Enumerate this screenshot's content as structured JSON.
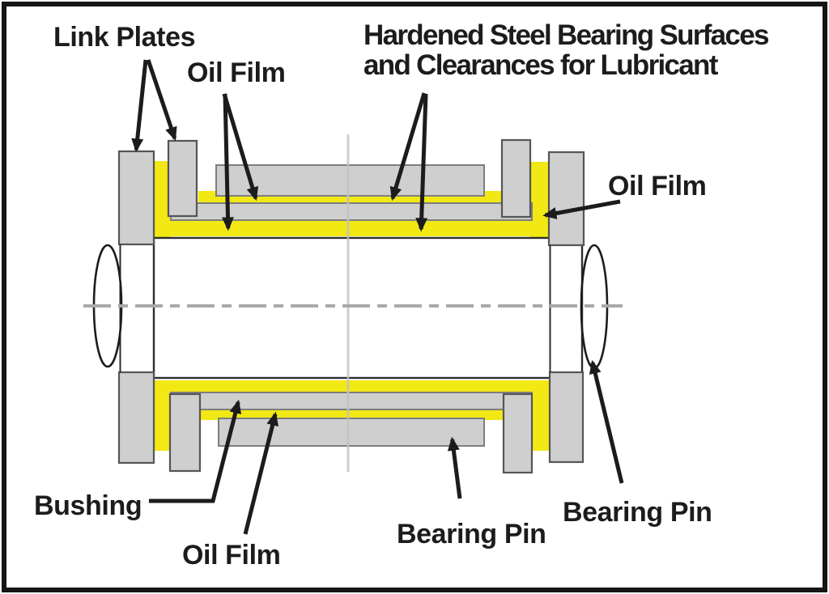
{
  "diagram": {
    "labels": {
      "link_plates": "Link Plates",
      "oil_film_top": "Oil Film",
      "hardened_heading": {
        "line1": "Hardened Steel Bearing Surfaces",
        "line2": "and Clearances for Lubricant"
      },
      "oil_film_right": "Oil Film",
      "bushing": "Bushing",
      "oil_film_bottom": "Oil Film",
      "bearing_pin_center": "Bearing Pin",
      "bearing_pin_right": "Bearing Pin"
    },
    "colors": {
      "oil_film_yellow": "#f2e813",
      "steel_gray": "#cfcfcf",
      "steel_edge": "#7e7e7e",
      "plate_edge": "#565656",
      "pin_edge": "#2d2d2d",
      "ink": "#1c1c1c",
      "centerline_dash": "#a9a9a9",
      "centerline_solid": "#c2c2c2",
      "frame": "#151515",
      "background": "#ffffff"
    }
  }
}
